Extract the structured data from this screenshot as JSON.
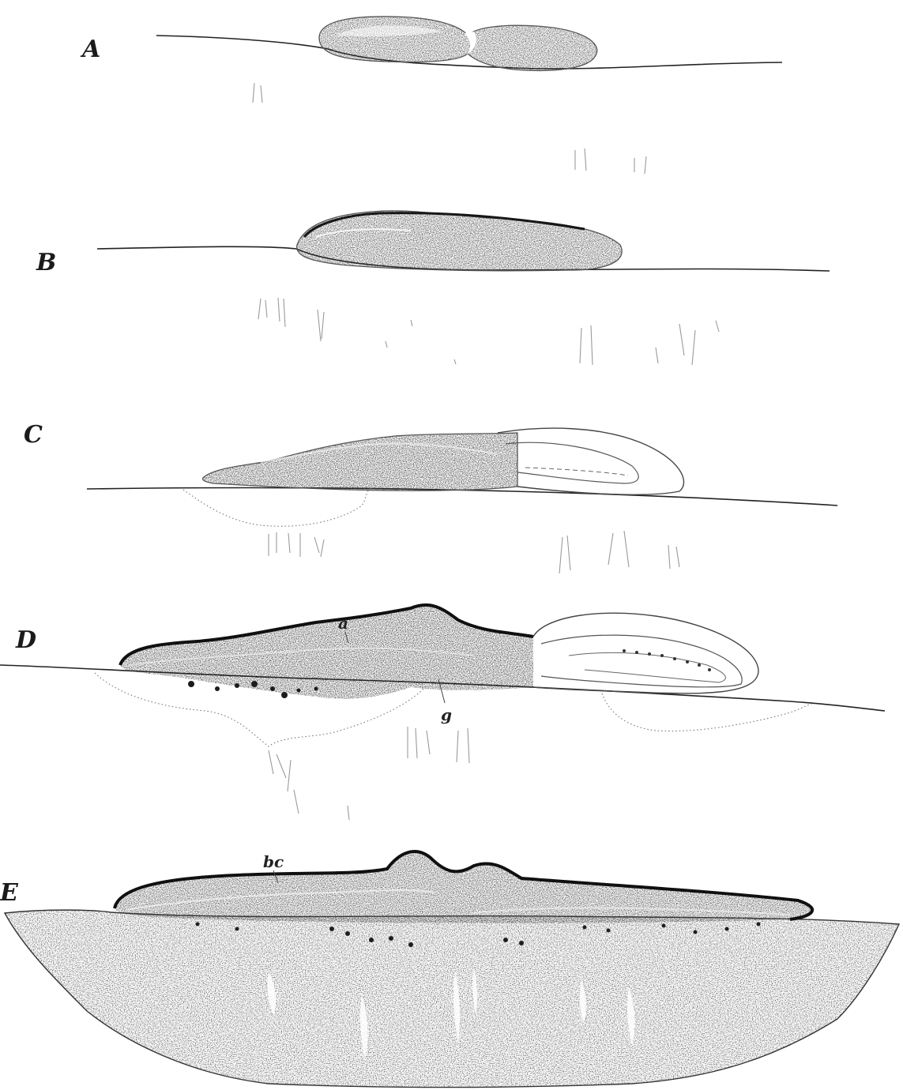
{
  "figure": {
    "stages": [
      {
        "id": "A",
        "label": "A"
      },
      {
        "id": "B",
        "label": "B"
      },
      {
        "id": "C",
        "label": "C"
      },
      {
        "id": "D",
        "label": "D"
      },
      {
        "id": "E",
        "label": "E"
      }
    ],
    "annotations": {
      "a": "a",
      "g": "g",
      "bc": "bc"
    }
  }
}
